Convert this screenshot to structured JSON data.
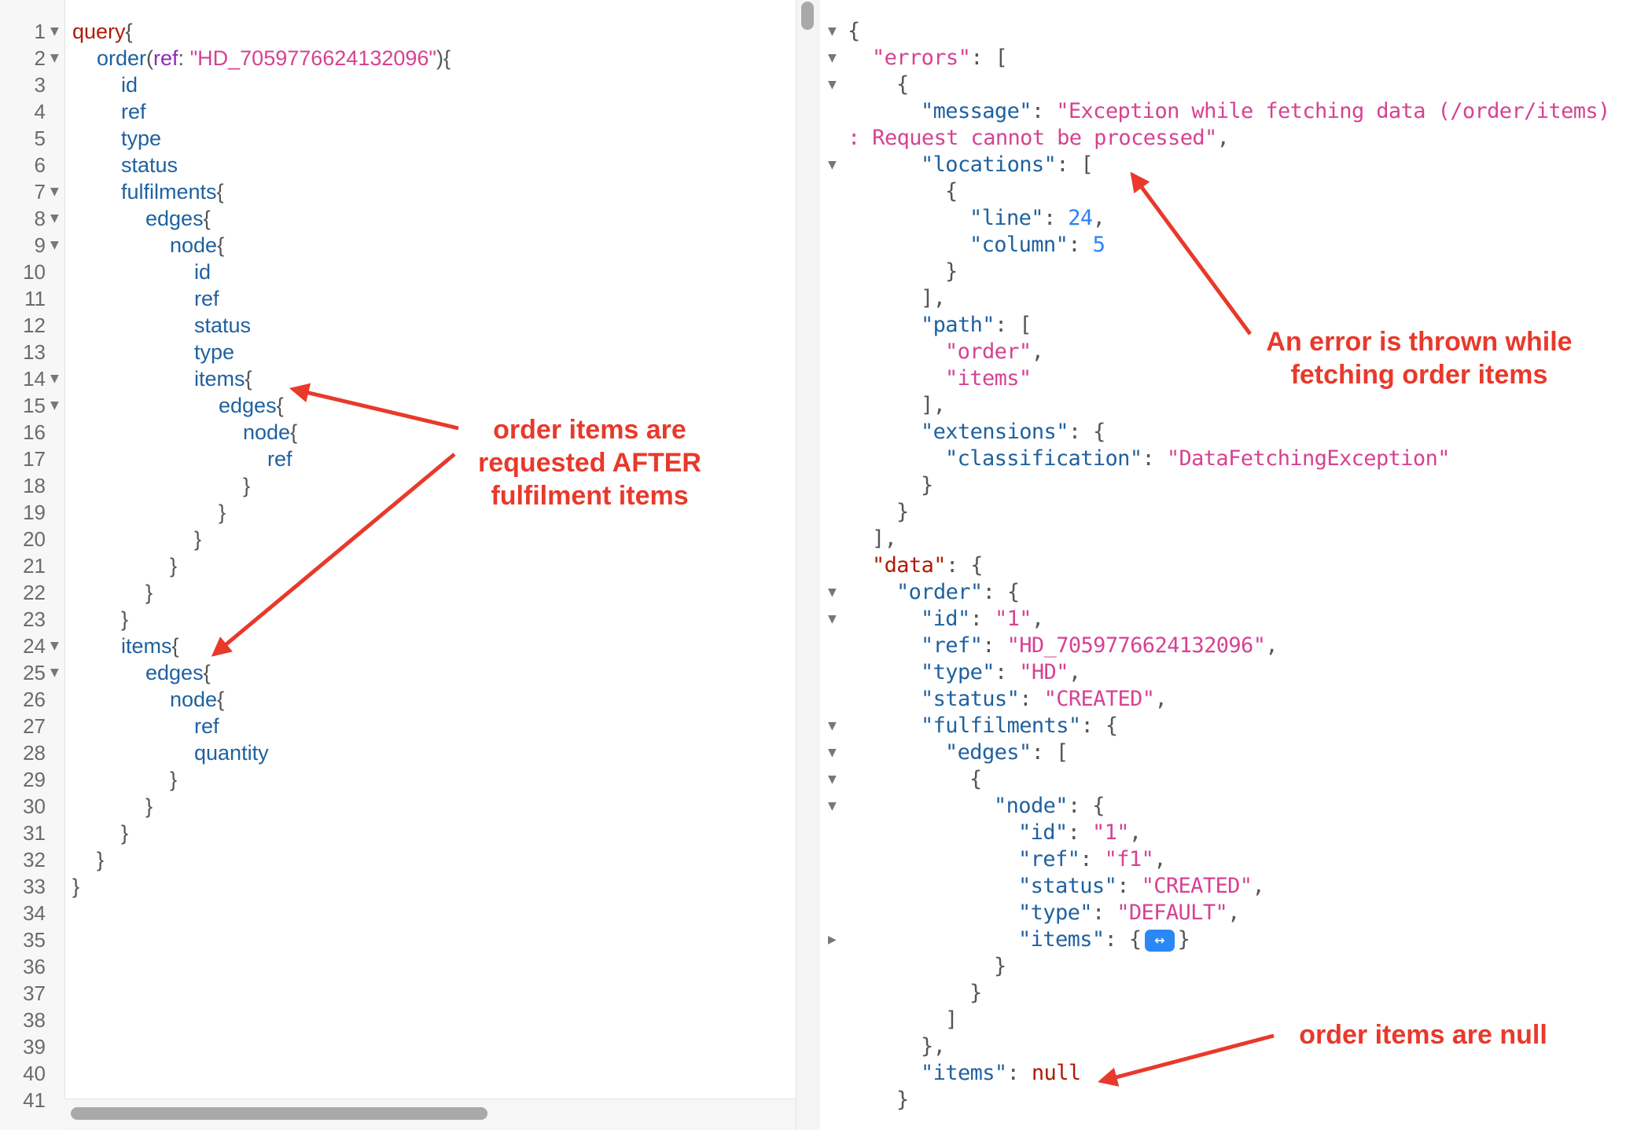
{
  "query_editor": {
    "line_numbers": [
      "1",
      "2",
      "3",
      "4",
      "5",
      "6",
      "7",
      "8",
      "9",
      "10",
      "11",
      "12",
      "13",
      "14",
      "15",
      "16",
      "17",
      "18",
      "19",
      "20",
      "21",
      "22",
      "23",
      "24",
      "25",
      "26",
      "27",
      "28",
      "29",
      "30",
      "31",
      "32",
      "33",
      "34",
      "35",
      "36",
      "37",
      "38",
      "39",
      "40",
      "41"
    ],
    "folds": [
      1,
      2,
      7,
      8,
      9,
      14,
      15,
      24,
      25
    ],
    "lines": [
      {
        "indent": 0,
        "parts": [
          [
            "kw",
            "query"
          ],
          [
            "pun",
            "{"
          ]
        ]
      },
      {
        "indent": 1,
        "parts": [
          [
            "fld",
            "order"
          ],
          [
            "pun",
            "("
          ],
          [
            "arg",
            "ref"
          ],
          [
            "pun",
            ": "
          ],
          [
            "str",
            "\"HD_7059776624132096\""
          ],
          [
            "pun",
            "){"
          ]
        ]
      },
      {
        "indent": 2,
        "parts": [
          [
            "fld",
            "id"
          ]
        ]
      },
      {
        "indent": 2,
        "parts": [
          [
            "fld",
            "ref"
          ]
        ]
      },
      {
        "indent": 2,
        "parts": [
          [
            "fld",
            "type"
          ]
        ]
      },
      {
        "indent": 2,
        "parts": [
          [
            "fld",
            "status"
          ]
        ]
      },
      {
        "indent": 2,
        "parts": [
          [
            "fld",
            "fulfilments"
          ],
          [
            "pun",
            "{"
          ]
        ]
      },
      {
        "indent": 3,
        "parts": [
          [
            "fld",
            "edges"
          ],
          [
            "pun",
            "{"
          ]
        ]
      },
      {
        "indent": 4,
        "parts": [
          [
            "fld",
            "node"
          ],
          [
            "pun",
            "{"
          ]
        ]
      },
      {
        "indent": 5,
        "parts": [
          [
            "fld",
            "id"
          ]
        ]
      },
      {
        "indent": 5,
        "parts": [
          [
            "fld",
            "ref"
          ]
        ]
      },
      {
        "indent": 5,
        "parts": [
          [
            "fld",
            "status"
          ]
        ]
      },
      {
        "indent": 5,
        "parts": [
          [
            "fld",
            "type"
          ]
        ]
      },
      {
        "indent": 5,
        "parts": [
          [
            "fld",
            "items"
          ],
          [
            "pun",
            "{"
          ]
        ]
      },
      {
        "indent": 6,
        "parts": [
          [
            "fld",
            "edges"
          ],
          [
            "pun",
            "{"
          ]
        ]
      },
      {
        "indent": 7,
        "parts": [
          [
            "fld",
            "node"
          ],
          [
            "pun",
            "{"
          ]
        ]
      },
      {
        "indent": 8,
        "parts": [
          [
            "fld",
            "ref"
          ]
        ]
      },
      {
        "indent": 7,
        "parts": [
          [
            "pun",
            "}"
          ]
        ]
      },
      {
        "indent": 6,
        "parts": [
          [
            "pun",
            "}"
          ]
        ]
      },
      {
        "indent": 5,
        "parts": [
          [
            "pun",
            "}"
          ]
        ]
      },
      {
        "indent": 4,
        "parts": [
          [
            "pun",
            "}"
          ]
        ]
      },
      {
        "indent": 3,
        "parts": [
          [
            "pun",
            "}"
          ]
        ]
      },
      {
        "indent": 2,
        "parts": [
          [
            "pun",
            "}"
          ]
        ]
      },
      {
        "indent": 2,
        "parts": [
          [
            "fld",
            "items"
          ],
          [
            "pun",
            "{"
          ]
        ]
      },
      {
        "indent": 3,
        "parts": [
          [
            "fld",
            "edges"
          ],
          [
            "pun",
            "{"
          ]
        ]
      },
      {
        "indent": 4,
        "parts": [
          [
            "fld",
            "node"
          ],
          [
            "pun",
            "{"
          ]
        ]
      },
      {
        "indent": 5,
        "parts": [
          [
            "fld",
            "ref"
          ]
        ]
      },
      {
        "indent": 5,
        "parts": [
          [
            "fld",
            "quantity"
          ]
        ]
      },
      {
        "indent": 4,
        "parts": [
          [
            "pun",
            "}"
          ]
        ]
      },
      {
        "indent": 3,
        "parts": [
          [
            "pun",
            "}"
          ]
        ]
      },
      {
        "indent": 2,
        "parts": [
          [
            "pun",
            "}"
          ]
        ]
      },
      {
        "indent": 1,
        "parts": [
          [
            "pun",
            "}"
          ]
        ]
      },
      {
        "indent": 0,
        "parts": [
          [
            "pun",
            "}"
          ]
        ]
      }
    ]
  },
  "result_viewer": {
    "folds": [
      0,
      1,
      2,
      5,
      21,
      22,
      26,
      27,
      28,
      29,
      34
    ],
    "collapsed_folds": [
      34
    ],
    "lines": [
      {
        "indent": 0,
        "parts": [
          [
            "pun",
            "{"
          ]
        ]
      },
      {
        "indent": 1,
        "parts": [
          [
            "str",
            "\"errors\""
          ],
          [
            "pun",
            ": ["
          ]
        ]
      },
      {
        "indent": 2,
        "parts": [
          [
            "pun",
            "{"
          ]
        ]
      },
      {
        "indent": 3,
        "parts": [
          [
            "jkey",
            "\"message\""
          ],
          [
            "pun",
            ": "
          ],
          [
            "str",
            "\"Exception while fetching data (/order/items)"
          ]
        ]
      },
      {
        "indent": 0,
        "parts": [
          [
            "str",
            ": Request cannot be processed\""
          ],
          [
            "pun",
            ","
          ]
        ]
      },
      {
        "indent": 3,
        "parts": [
          [
            "jkey",
            "\"locations\""
          ],
          [
            "pun",
            ": ["
          ]
        ]
      },
      {
        "indent": 4,
        "parts": [
          [
            "pun",
            "{"
          ]
        ]
      },
      {
        "indent": 5,
        "parts": [
          [
            "jkey",
            "\"line\""
          ],
          [
            "pun",
            ": "
          ],
          [
            "num",
            "24"
          ],
          [
            "pun",
            ","
          ]
        ]
      },
      {
        "indent": 5,
        "parts": [
          [
            "jkey",
            "\"column\""
          ],
          [
            "pun",
            ": "
          ],
          [
            "num",
            "5"
          ]
        ]
      },
      {
        "indent": 4,
        "parts": [
          [
            "pun",
            "}"
          ]
        ]
      },
      {
        "indent": 3,
        "parts": [
          [
            "pun",
            "],"
          ]
        ]
      },
      {
        "indent": 3,
        "parts": [
          [
            "jkey",
            "\"path\""
          ],
          [
            "pun",
            ": ["
          ]
        ]
      },
      {
        "indent": 4,
        "parts": [
          [
            "str",
            "\"order\""
          ],
          [
            "pun",
            ","
          ]
        ]
      },
      {
        "indent": 4,
        "parts": [
          [
            "str",
            "\"items\""
          ]
        ]
      },
      {
        "indent": 3,
        "parts": [
          [
            "pun",
            "],"
          ]
        ]
      },
      {
        "indent": 3,
        "parts": [
          [
            "jkey",
            "\"extensions\""
          ],
          [
            "pun",
            ": {"
          ]
        ]
      },
      {
        "indent": 4,
        "parts": [
          [
            "jkey",
            "\"classification\""
          ],
          [
            "pun",
            ": "
          ],
          [
            "str",
            "\"DataFetchingException\""
          ]
        ]
      },
      {
        "indent": 3,
        "parts": [
          [
            "pun",
            "}"
          ]
        ]
      },
      {
        "indent": 2,
        "parts": [
          [
            "pun",
            "}"
          ]
        ]
      },
      {
        "indent": 1,
        "parts": [
          [
            "pun",
            "],"
          ]
        ]
      },
      {
        "indent": 1,
        "parts": [
          [
            "jdata",
            "\"data\""
          ],
          [
            "pun",
            ": {"
          ]
        ]
      },
      {
        "indent": 2,
        "parts": [
          [
            "jkey",
            "\"order\""
          ],
          [
            "pun",
            ": {"
          ]
        ]
      },
      {
        "indent": 3,
        "parts": [
          [
            "jkey",
            "\"id\""
          ],
          [
            "pun",
            ": "
          ],
          [
            "str",
            "\"1\""
          ],
          [
            "pun",
            ","
          ]
        ]
      },
      {
        "indent": 3,
        "parts": [
          [
            "jkey",
            "\"ref\""
          ],
          [
            "pun",
            ": "
          ],
          [
            "str",
            "\"HD_7059776624132096\""
          ],
          [
            "pun",
            ","
          ]
        ]
      },
      {
        "indent": 3,
        "parts": [
          [
            "jkey",
            "\"type\""
          ],
          [
            "pun",
            ": "
          ],
          [
            "str",
            "\"HD\""
          ],
          [
            "pun",
            ","
          ]
        ]
      },
      {
        "indent": 3,
        "parts": [
          [
            "jkey",
            "\"status\""
          ],
          [
            "pun",
            ": "
          ],
          [
            "str",
            "\"CREATED\""
          ],
          [
            "pun",
            ","
          ]
        ]
      },
      {
        "indent": 3,
        "parts": [
          [
            "jkey",
            "\"fulfilments\""
          ],
          [
            "pun",
            ": {"
          ]
        ]
      },
      {
        "indent": 4,
        "parts": [
          [
            "jkey",
            "\"edges\""
          ],
          [
            "pun",
            ": ["
          ]
        ]
      },
      {
        "indent": 5,
        "parts": [
          [
            "pun",
            "{"
          ]
        ]
      },
      {
        "indent": 6,
        "parts": [
          [
            "jkey",
            "\"node\""
          ],
          [
            "pun",
            ": {"
          ]
        ]
      },
      {
        "indent": 7,
        "parts": [
          [
            "jkey",
            "\"id\""
          ],
          [
            "pun",
            ": "
          ],
          [
            "str",
            "\"1\""
          ],
          [
            "pun",
            ","
          ]
        ]
      },
      {
        "indent": 7,
        "parts": [
          [
            "jkey",
            "\"ref\""
          ],
          [
            "pun",
            ": "
          ],
          [
            "str",
            "\"f1\""
          ],
          [
            "pun",
            ","
          ]
        ]
      },
      {
        "indent": 7,
        "parts": [
          [
            "jkey",
            "\"status\""
          ],
          [
            "pun",
            ": "
          ],
          [
            "str",
            "\"CREATED\""
          ],
          [
            "pun",
            ","
          ]
        ]
      },
      {
        "indent": 7,
        "parts": [
          [
            "jkey",
            "\"type\""
          ],
          [
            "pun",
            ": "
          ],
          [
            "str",
            "\"DEFAULT\""
          ],
          [
            "pun",
            ","
          ]
        ]
      },
      {
        "indent": 7,
        "parts": [
          [
            "jkey",
            "\"items\""
          ],
          [
            "pun",
            ": {"
          ],
          [
            "expand",
            "↔"
          ],
          [
            "pun",
            "}"
          ]
        ]
      },
      {
        "indent": 6,
        "parts": [
          [
            "pun",
            "}"
          ]
        ]
      },
      {
        "indent": 5,
        "parts": [
          [
            "pun",
            "}"
          ]
        ]
      },
      {
        "indent": 4,
        "parts": [
          [
            "pun",
            "]"
          ]
        ]
      },
      {
        "indent": 3,
        "parts": [
          [
            "pun",
            "},"
          ]
        ]
      },
      {
        "indent": 3,
        "parts": [
          [
            "jkey",
            "\"items\""
          ],
          [
            "pun",
            ": "
          ],
          [
            "null",
            "null"
          ]
        ]
      },
      {
        "indent": 2,
        "parts": [
          [
            "pun",
            "}"
          ]
        ]
      }
    ]
  },
  "annotations": {
    "left_note": "order items are\nrequested AFTER\nfulfilment items",
    "error_note": "An error is thrown while\nfetching order items",
    "null_note": "order items are null"
  },
  "colors": {
    "annotation": "#e8392b",
    "keyword": "#b11a04",
    "field": "#1f61a0",
    "string": "#d64292",
    "number": "#2882f9"
  }
}
